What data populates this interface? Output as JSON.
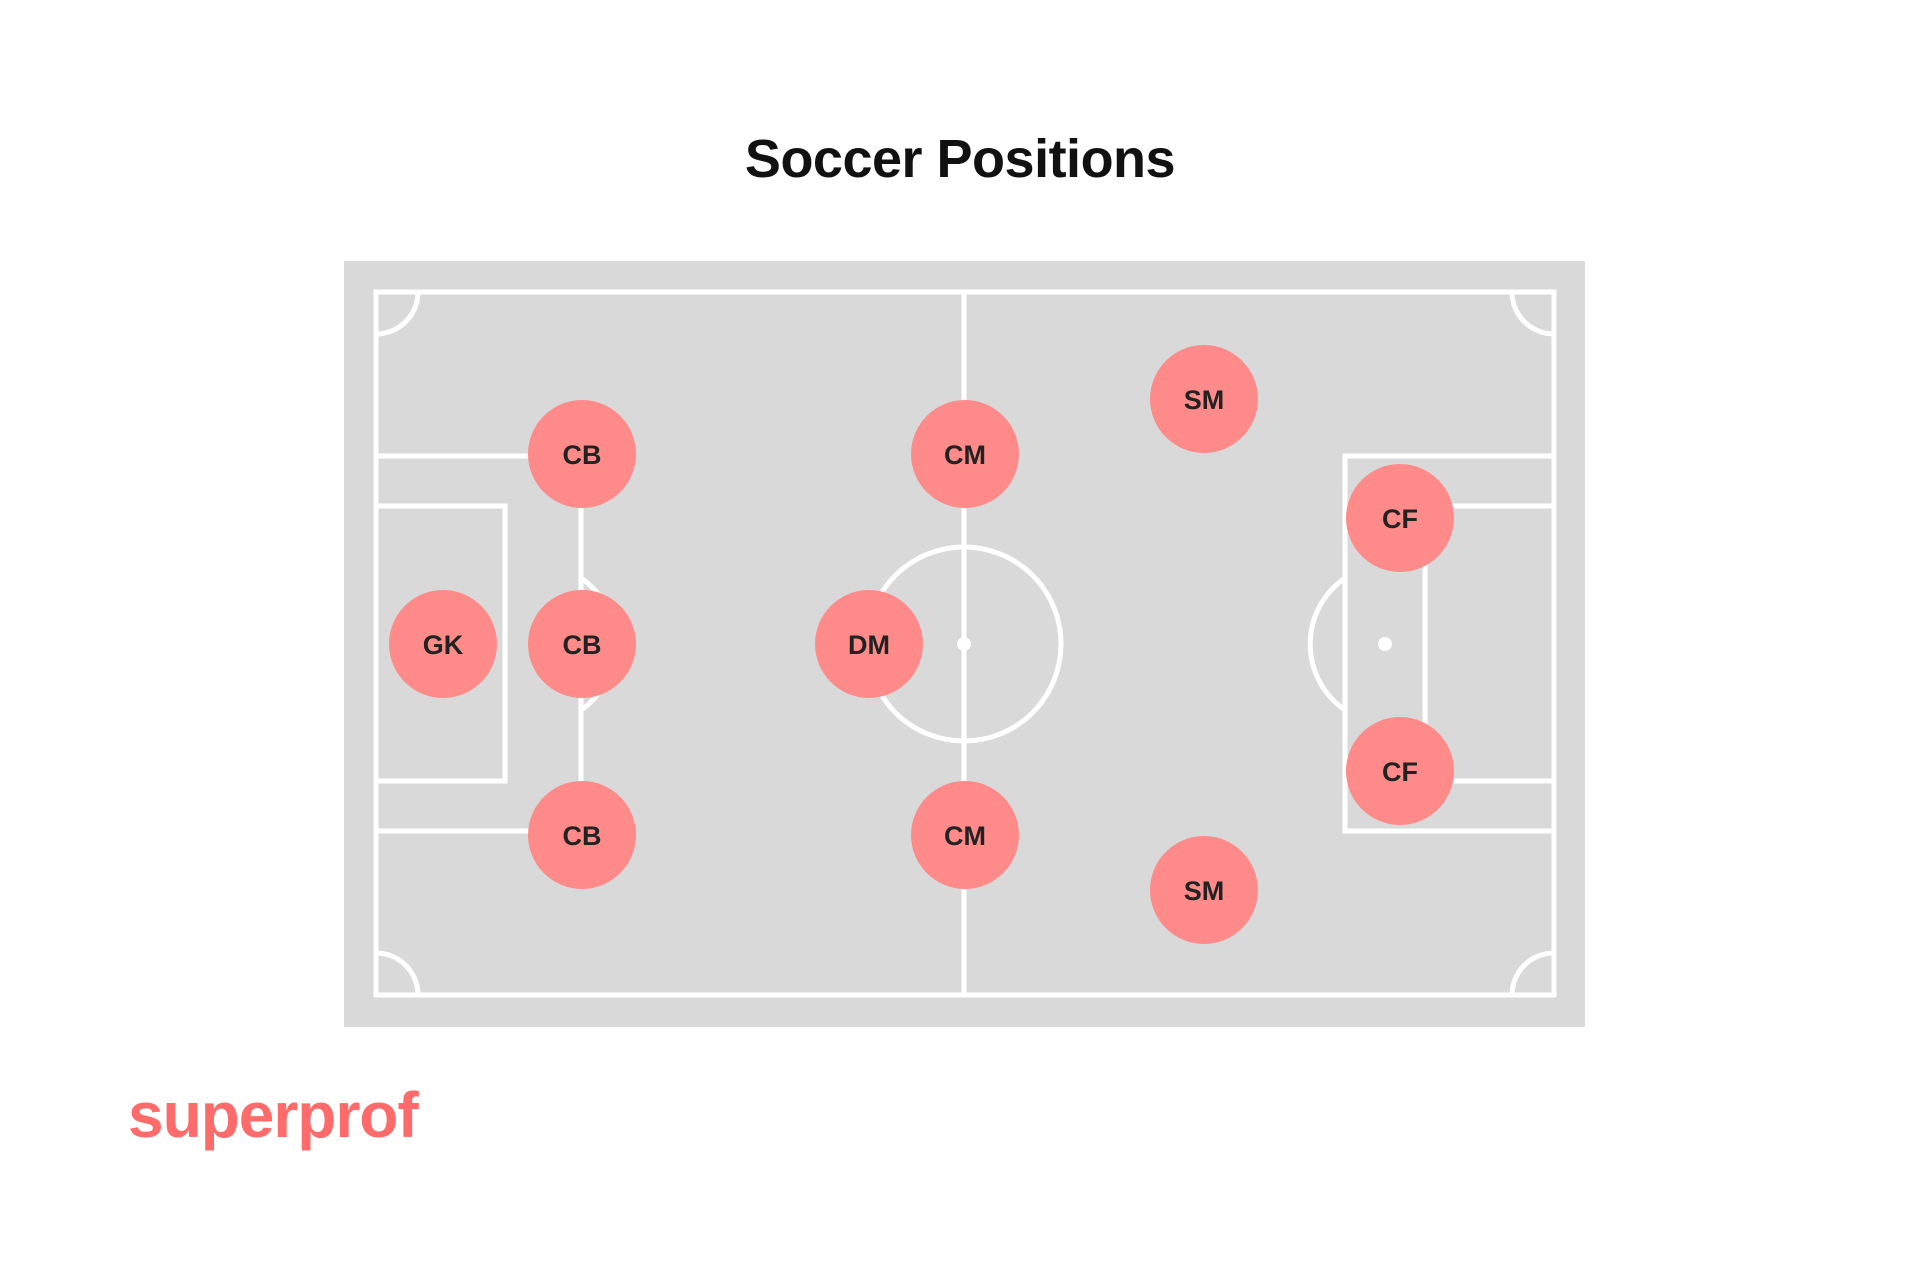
{
  "title": "Soccer Positions",
  "brand": "superprof",
  "colors": {
    "pitch": "#d9d9d9",
    "lines": "#ffffff",
    "player": "#ff8a8a",
    "label": "#222222",
    "brand": "#ff6b6b"
  },
  "players": [
    {
      "label": "GK",
      "role": "goalkeeper"
    },
    {
      "label": "CB",
      "role": "center-back-top"
    },
    {
      "label": "CB",
      "role": "center-back-middle"
    },
    {
      "label": "CB",
      "role": "center-back-bottom"
    },
    {
      "label": "DM",
      "role": "defensive-midfielder"
    },
    {
      "label": "CM",
      "role": "center-midfielder-top"
    },
    {
      "label": "CM",
      "role": "center-midfielder-bottom"
    },
    {
      "label": "SM",
      "role": "side-midfielder-top"
    },
    {
      "label": "SM",
      "role": "side-midfielder-bottom"
    },
    {
      "label": "CF",
      "role": "center-forward-top"
    },
    {
      "label": "CF",
      "role": "center-forward-bottom"
    }
  ]
}
